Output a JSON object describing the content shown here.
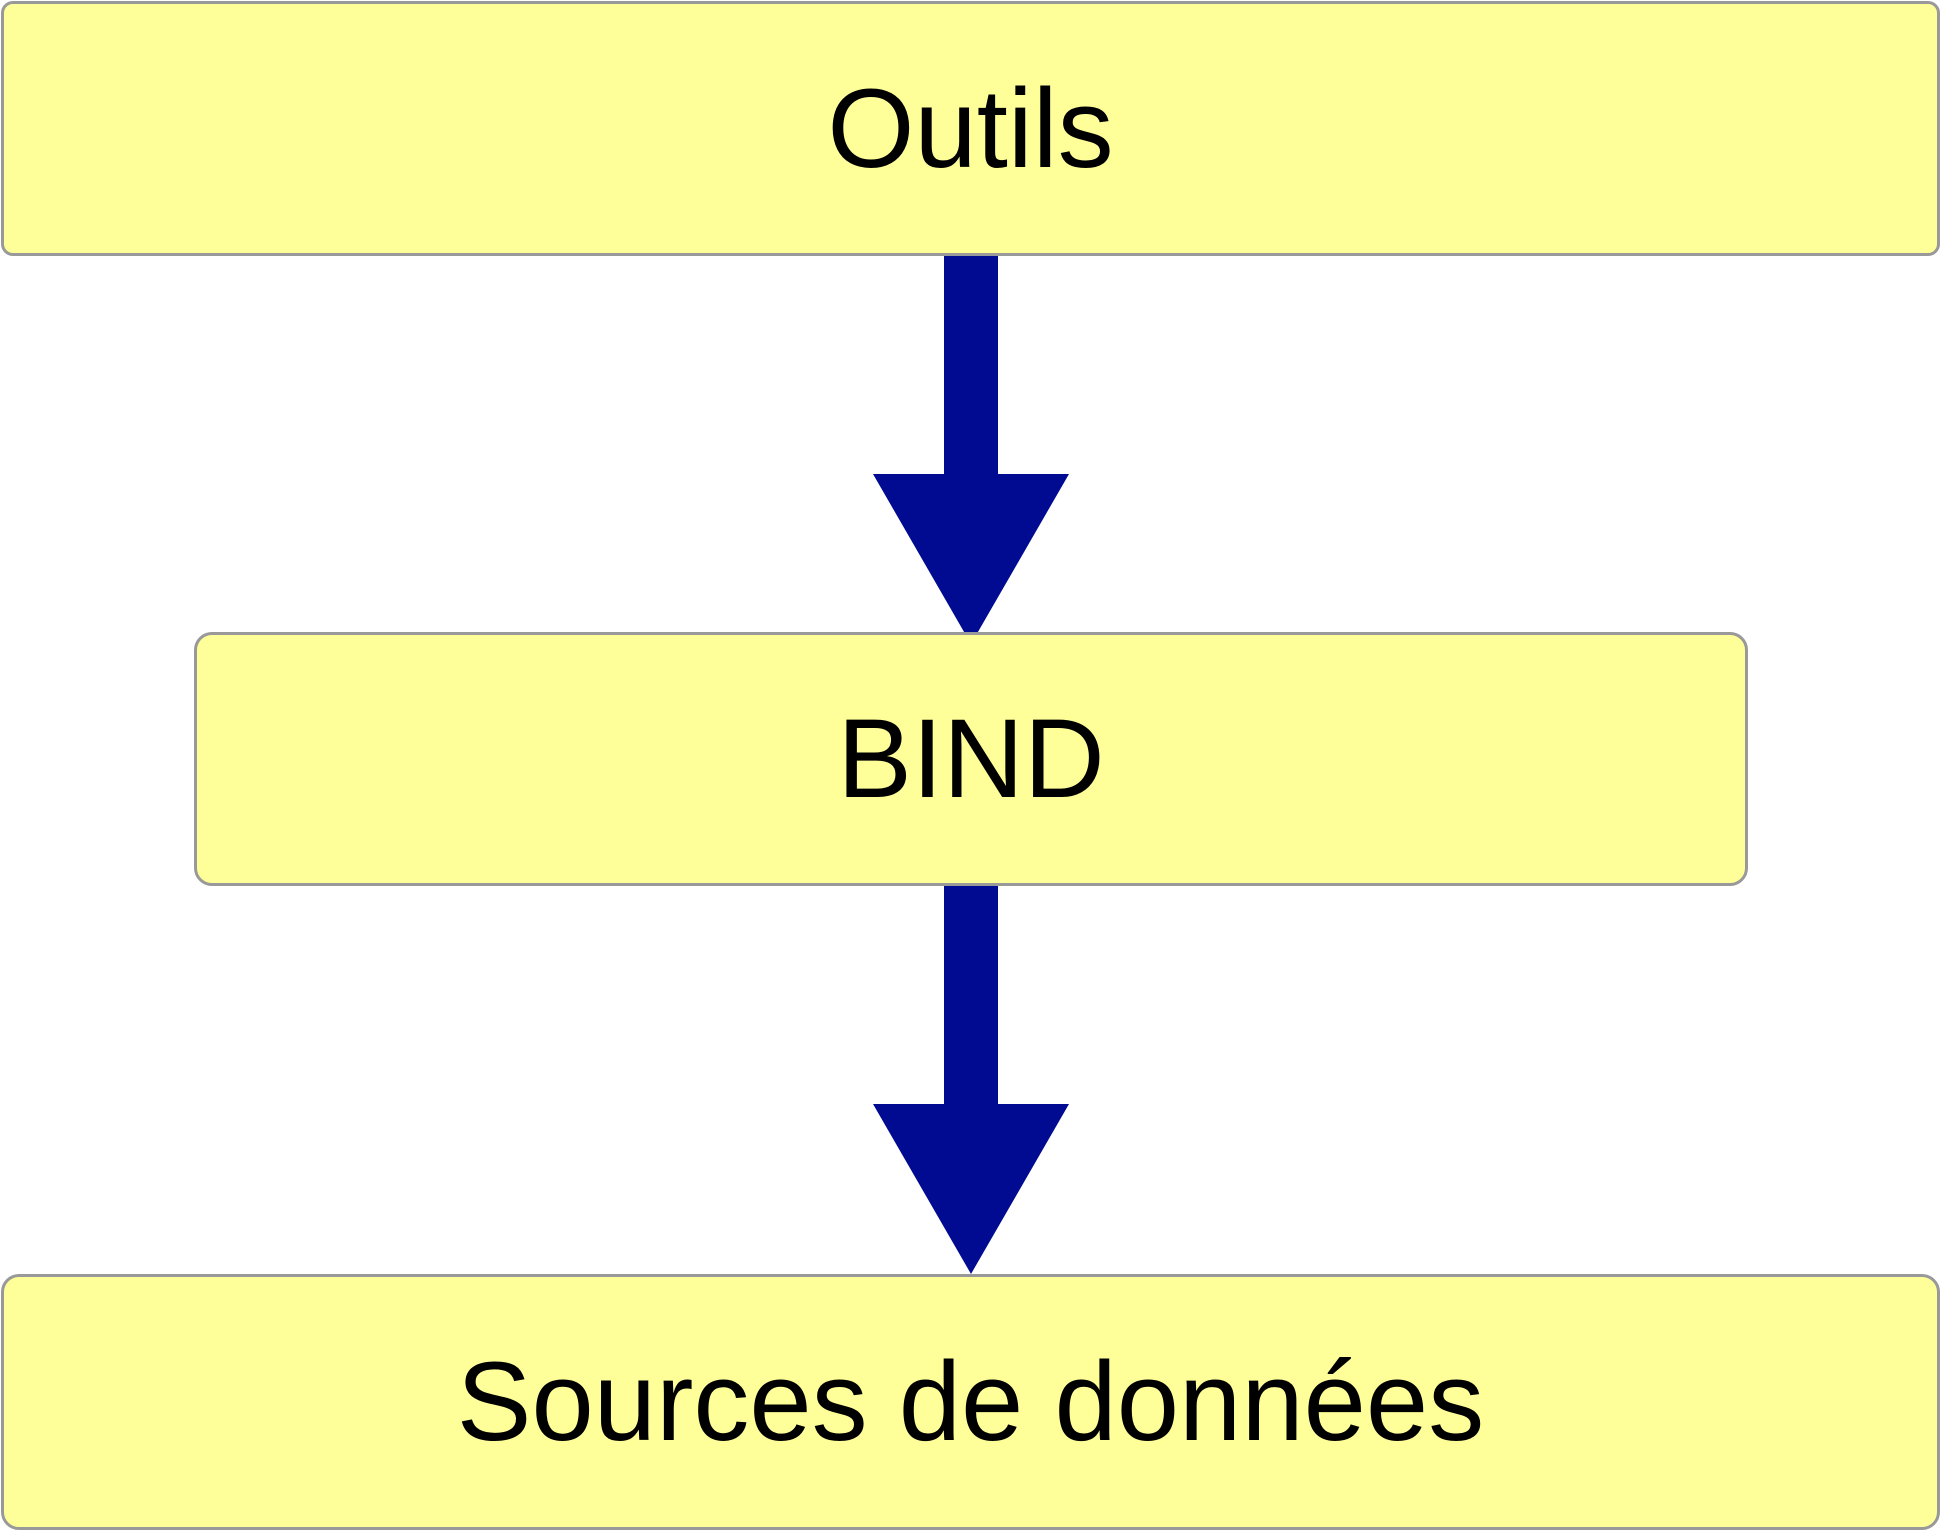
{
  "nodes": {
    "top": {
      "label": "Outils"
    },
    "middle": {
      "label": "BIND"
    },
    "bottom": {
      "label": "Sources de données"
    }
  },
  "edges": [
    {
      "from": "Outils",
      "to": "BIND"
    },
    {
      "from": "BIND",
      "to": "Sources de données"
    }
  ],
  "colors": {
    "box_fill": "#ffff99",
    "box_border": "#999999",
    "arrow": "#000b91",
    "text": "#000000"
  }
}
